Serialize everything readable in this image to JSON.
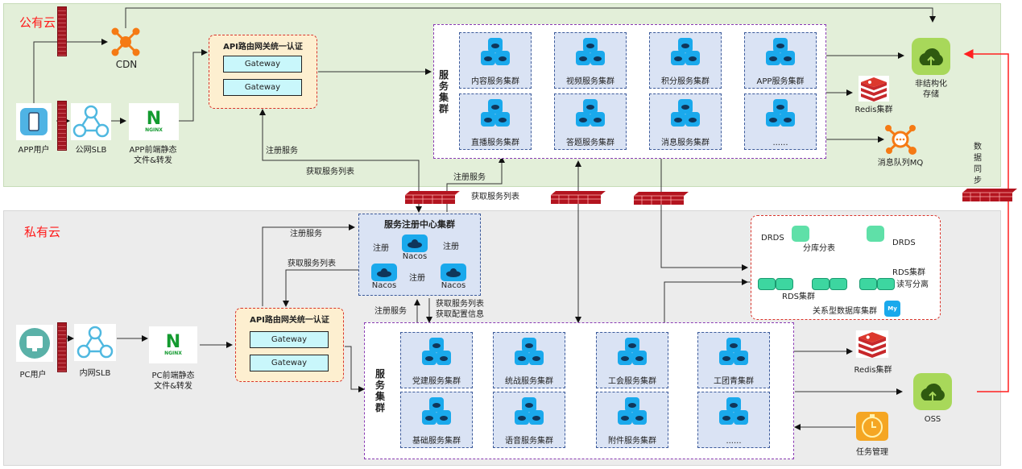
{
  "public_cloud": {
    "title": "公有云",
    "app_user": "APP用户",
    "public_slb": "公网SLB",
    "cdn": "CDN",
    "nginx_label_1": "APP前端静态",
    "nginx_label_2": "文件&转发",
    "nginx_logo": "NGINX",
    "gateway_panel": {
      "title": "API路由网关统一认证",
      "gateways": [
        "Gateway",
        "Gateway"
      ]
    },
    "register_service": "注册服务",
    "get_service_list": "获取服务列表",
    "service_cluster_title": "服务集群",
    "services": [
      "内容服务集群",
      "视频服务集群",
      "积分服务集群",
      "APP服务集群",
      "直播服务集群",
      "答题服务集群",
      "消息服务集群",
      "......"
    ],
    "storage": {
      "line1": "非结构化",
      "line2": "存储"
    },
    "redis": "Redis集群",
    "mq": "消息队列MQ"
  },
  "middle": {
    "register_service": "注册服务",
    "get_service_list": "获取服务列表",
    "data_sync": "数据同步"
  },
  "private_cloud": {
    "title": "私有云",
    "pc_user": "PC用户",
    "intranet_slb": "内网SLB",
    "nginx_label_1": "PC前端静态",
    "nginx_label_2": "文件&转发",
    "nginx_logo": "NGINX",
    "gateway_panel": {
      "title": "API路由网关统一认证",
      "gateways": [
        "Gateway",
        "Gateway"
      ]
    },
    "register_service_top": "注册服务",
    "get_service_list_left": "获取服务列表",
    "register_center": {
      "title": "服务注册中心集群",
      "nodes": [
        "Nacos",
        "Nacos",
        "Nacos"
      ],
      "register": "注册"
    },
    "register_service_bottom": "注册服务",
    "get_service_list_bottom": "获取服务列表",
    "get_config": "获取配置信息",
    "service_cluster_title": "服务集群",
    "services": [
      "党建服务集群",
      "统战服务集群",
      "工会服务集群",
      "工团青集群",
      "基础服务集群",
      "语音服务集群",
      "附件服务集群",
      "......"
    ],
    "database": {
      "drds_left": "DRDS",
      "sharding": "分库分表",
      "drds_right": "DRDS",
      "rds_left": "RDS集群",
      "rds_right": "RDS集群",
      "rw_split": "读写分离",
      "title": "关系型数据库集群",
      "mysql_logo": "My"
    },
    "redis": "Redis集群",
    "oss": "OSS",
    "task": "任务管理"
  },
  "colors": {
    "public_bg": "#e3efd9",
    "private_bg": "#ececec",
    "zone_title": "#ff1a1a",
    "gateway_bg": "#fdefd0",
    "gateway_btn": "#c9f7fb",
    "service_card": "#dae3f4",
    "sync_line": "#ff2020"
  }
}
